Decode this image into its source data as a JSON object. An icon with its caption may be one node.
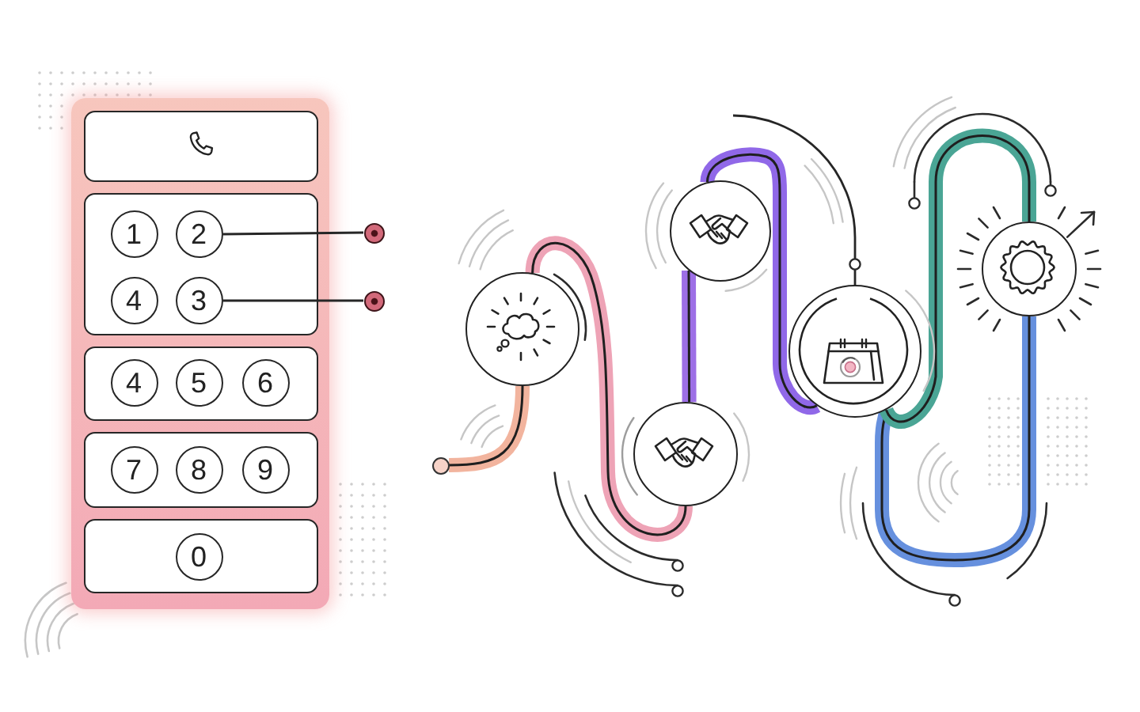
{
  "diagram": {
    "nodes": [
      {
        "text": [],
        "shape": "box"
      },
      {
        "text": [],
        "shape": "box",
        "in": 0
      },
      {
        "text": [],
        "shape": "box",
        "in": 0
      },
      {
        "text": [
          "1"
        ],
        "in": 2
      },
      {
        "text": [
          "2"
        ],
        "in": 2
      },
      {
        "text": [
          "4"
        ],
        "in": 2
      },
      {
        "text": [
          "3"
        ],
        "in": 2
      },
      {
        "text": [],
        "shape": "box",
        "in": 0
      },
      {
        "text": [
          "4"
        ],
        "in": 7
      },
      {
        "text": [
          "5"
        ],
        "in": 7
      },
      {
        "text": [
          "6"
        ],
        "in": 7
      },
      {
        "text": [],
        "shape": "box",
        "in": 0
      },
      {
        "text": [
          "7"
        ],
        "in": 11
      },
      {
        "text": [
          "8"
        ],
        "in": 11
      },
      {
        "text": [
          "9"
        ],
        "in": 11
      },
      {
        "text": [],
        "shape": "box",
        "in": 0
      },
      {
        "text": [
          "0"
        ],
        "in": 15
      },
      {
        "text": [],
        "shape": "circle"
      },
      {
        "text": [],
        "shape": "circle"
      },
      {
        "text": [],
        "shape": "circle"
      },
      {
        "text": [],
        "shape": "circle"
      },
      {
        "text": [],
        "shape": "circle"
      },
      {
        "text": [],
        "shape": "circle"
      },
      {
        "text": [],
        "shape": "circle"
      },
      {
        "text": [],
        "shape": "circle"
      }
    ],
    "edges": [
      {
        "from": 4,
        "to": 17,
        "arrow": "none"
      },
      {
        "from": 6,
        "to": 18,
        "arrow": "none"
      },
      {
        "from": 19,
        "to": 20,
        "arrow": "none",
        "color": "#f2b49e"
      },
      {
        "from": 20,
        "to": 21,
        "arrow": "none",
        "color": "#eea3b6"
      },
      {
        "from": 21,
        "to": 22,
        "arrow": "none",
        "color": "#9d6fe6"
      },
      {
        "from": 22,
        "to": 23,
        "arrow": "none",
        "color": "#9068e8"
      },
      {
        "from": 23,
        "to": 24,
        "arrow": "none",
        "color": "#6690de"
      },
      {
        "from": 23,
        "to": 24,
        "arrow": "none",
        "color": "#4aa595"
      },
      {
        "from": null,
        "to": 23,
        "arrow": "none"
      }
    ]
  }
}
